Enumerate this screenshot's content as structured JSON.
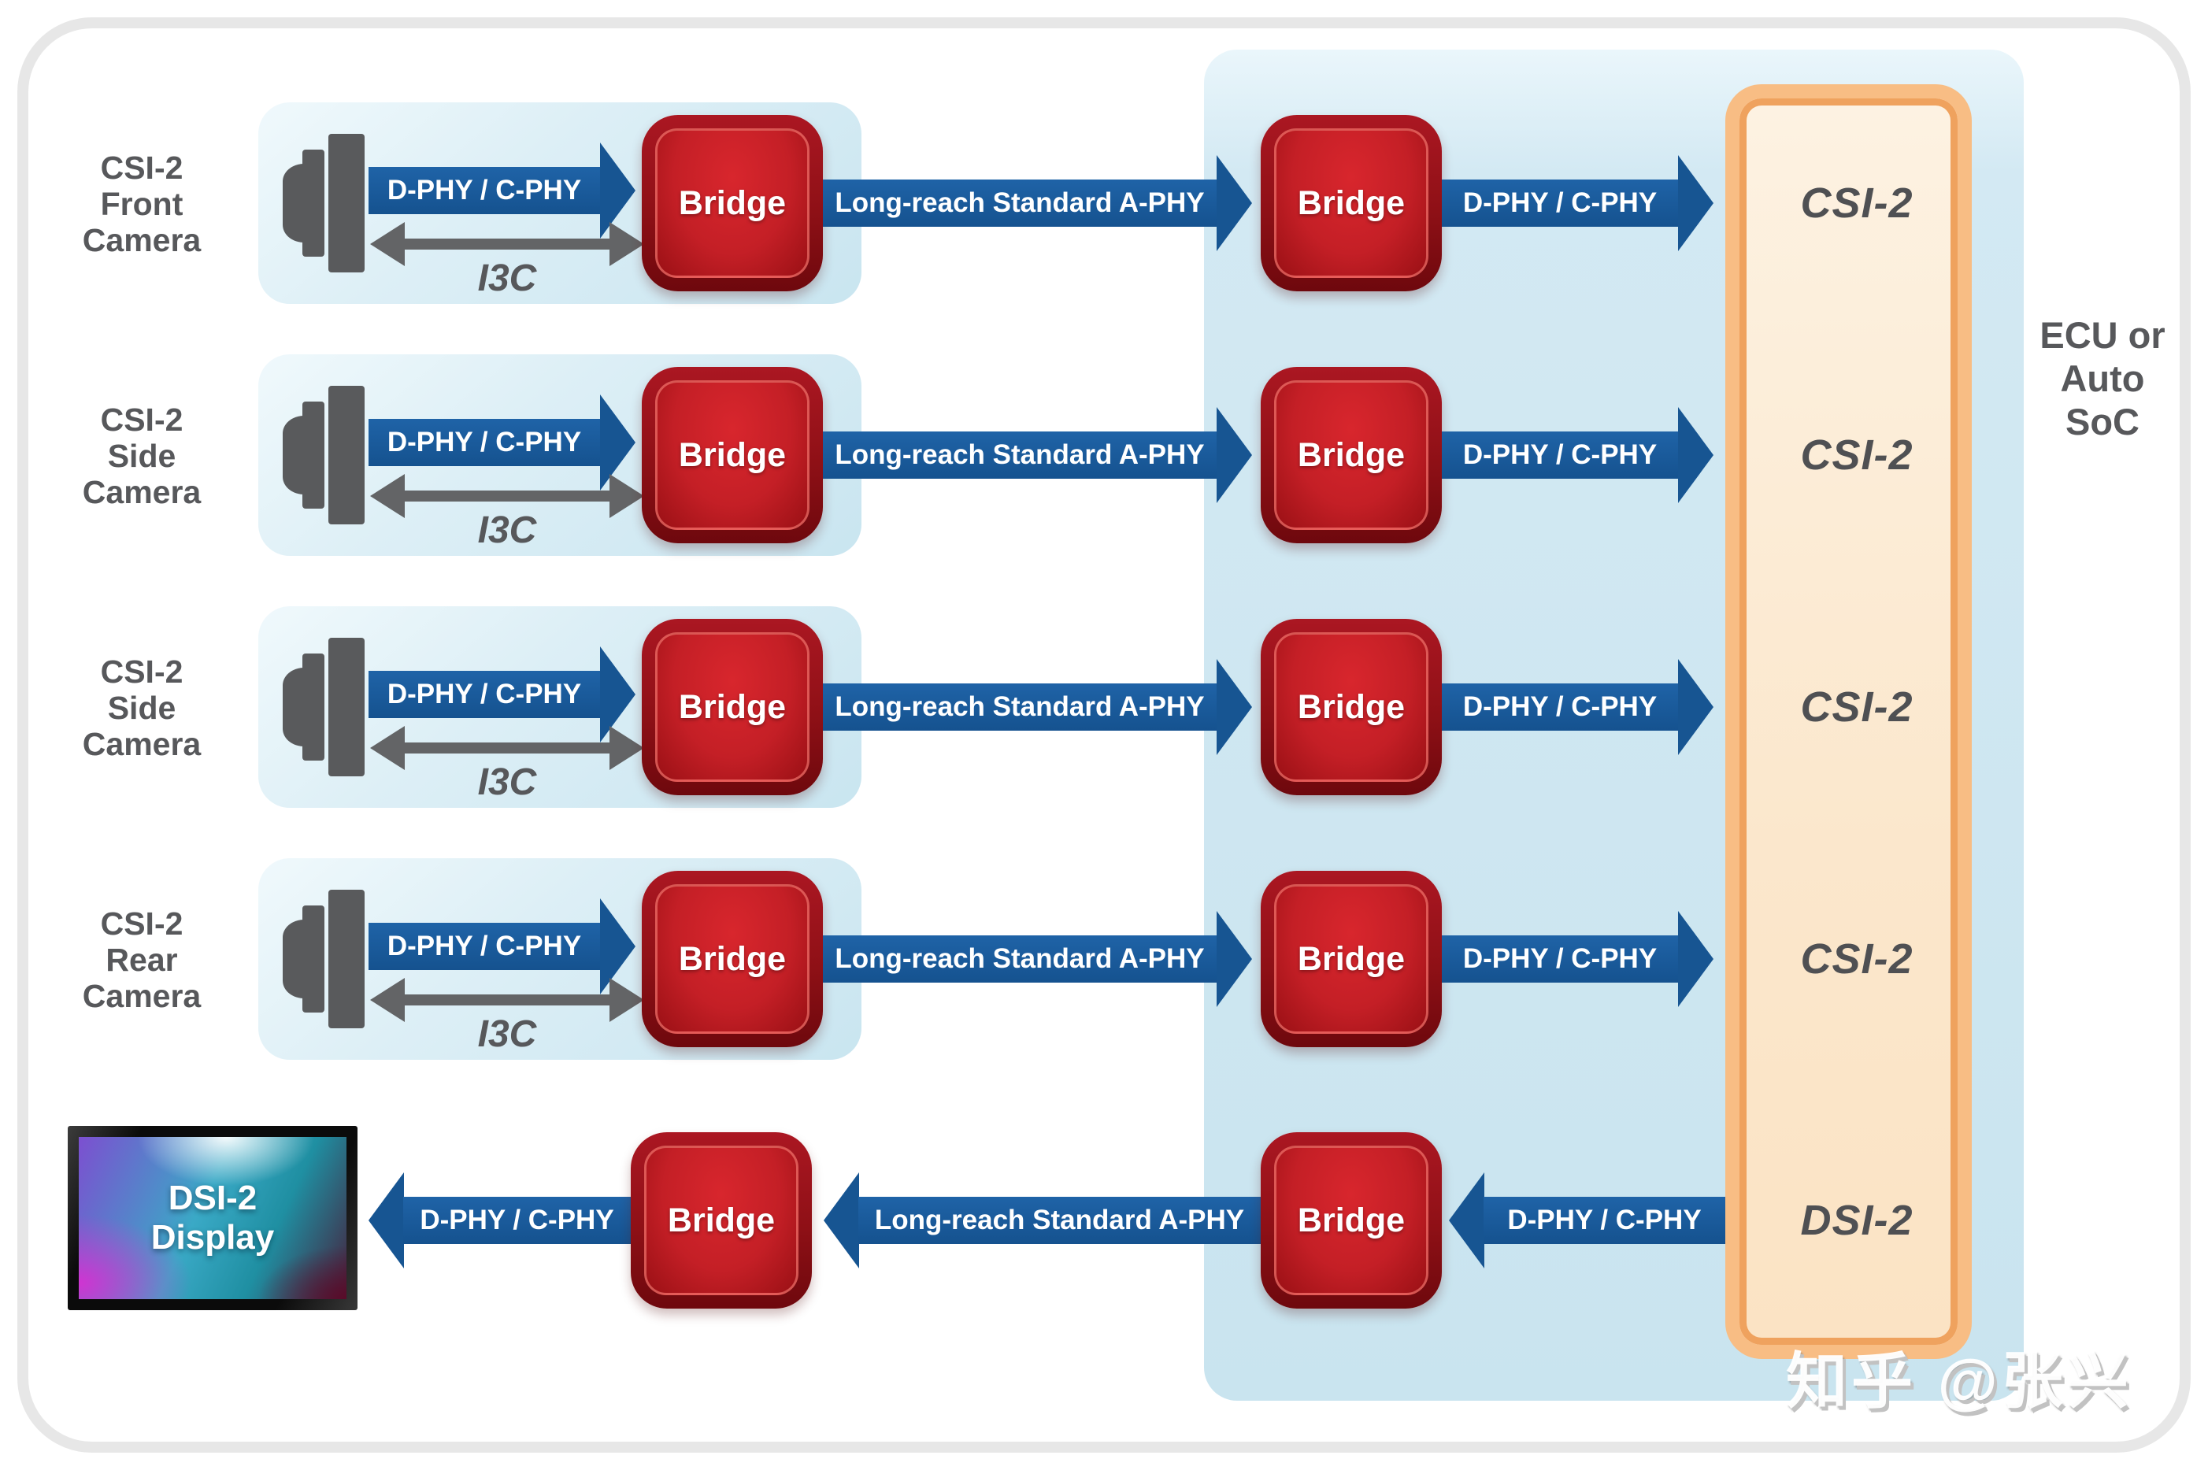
{
  "ecu": {
    "lines": [
      "ECU or",
      "Auto",
      "SoC"
    ]
  },
  "soc_panel": {
    "csi_ports": [
      "CSI-2",
      "CSI-2",
      "CSI-2",
      "CSI-2"
    ],
    "dsi_port": "DSI-2"
  },
  "camera_rows": [
    {
      "label_lines": [
        "CSI-2",
        "Front",
        "Camera"
      ],
      "phy_a": "D-PHY / C-PHY",
      "i3c": "I3C",
      "bridge_a": "Bridge",
      "link": "Long-reach Standard A-PHY",
      "bridge_b": "Bridge",
      "phy_b": "D-PHY / C-PHY"
    },
    {
      "label_lines": [
        "CSI-2",
        "Side",
        "Camera"
      ],
      "phy_a": "D-PHY / C-PHY",
      "i3c": "I3C",
      "bridge_a": "Bridge",
      "link": "Long-reach Standard A-PHY",
      "bridge_b": "Bridge",
      "phy_b": "D-PHY / C-PHY"
    },
    {
      "label_lines": [
        "CSI-2",
        "Side",
        "Camera"
      ],
      "phy_a": "D-PHY / C-PHY",
      "i3c": "I3C",
      "bridge_a": "Bridge",
      "link": "Long-reach Standard A-PHY",
      "bridge_b": "Bridge",
      "phy_b": "D-PHY / C-PHY"
    },
    {
      "label_lines": [
        "CSI-2",
        "Rear",
        "Camera"
      ],
      "phy_a": "D-PHY / C-PHY",
      "i3c": "I3C",
      "bridge_a": "Bridge",
      "link": "Long-reach Standard A-PHY",
      "bridge_b": "Bridge",
      "phy_b": "D-PHY / C-PHY"
    }
  ],
  "display_row": {
    "display_lines": [
      "DSI-2",
      "Display"
    ],
    "phy_a": "D-PHY / C-PHY",
    "bridge_a": "Bridge",
    "link": "Long-reach Standard A-PHY",
    "bridge_b": "Bridge",
    "phy_b": "D-PHY / C-PHY"
  },
  "watermark": "知乎 @张兴",
  "colors": {
    "arrow_blue": "#175592",
    "i3c_gray": "#636466",
    "bridge_red": "#c41f26",
    "bridge_ring": "#8e1016",
    "panel_blue": "#c9e4ef",
    "group_blue": "#ddeff6",
    "soc_orange_border": "#f8bd84",
    "soc_orange_fill": "#fbe7cc",
    "label_gray": "#57585b"
  }
}
